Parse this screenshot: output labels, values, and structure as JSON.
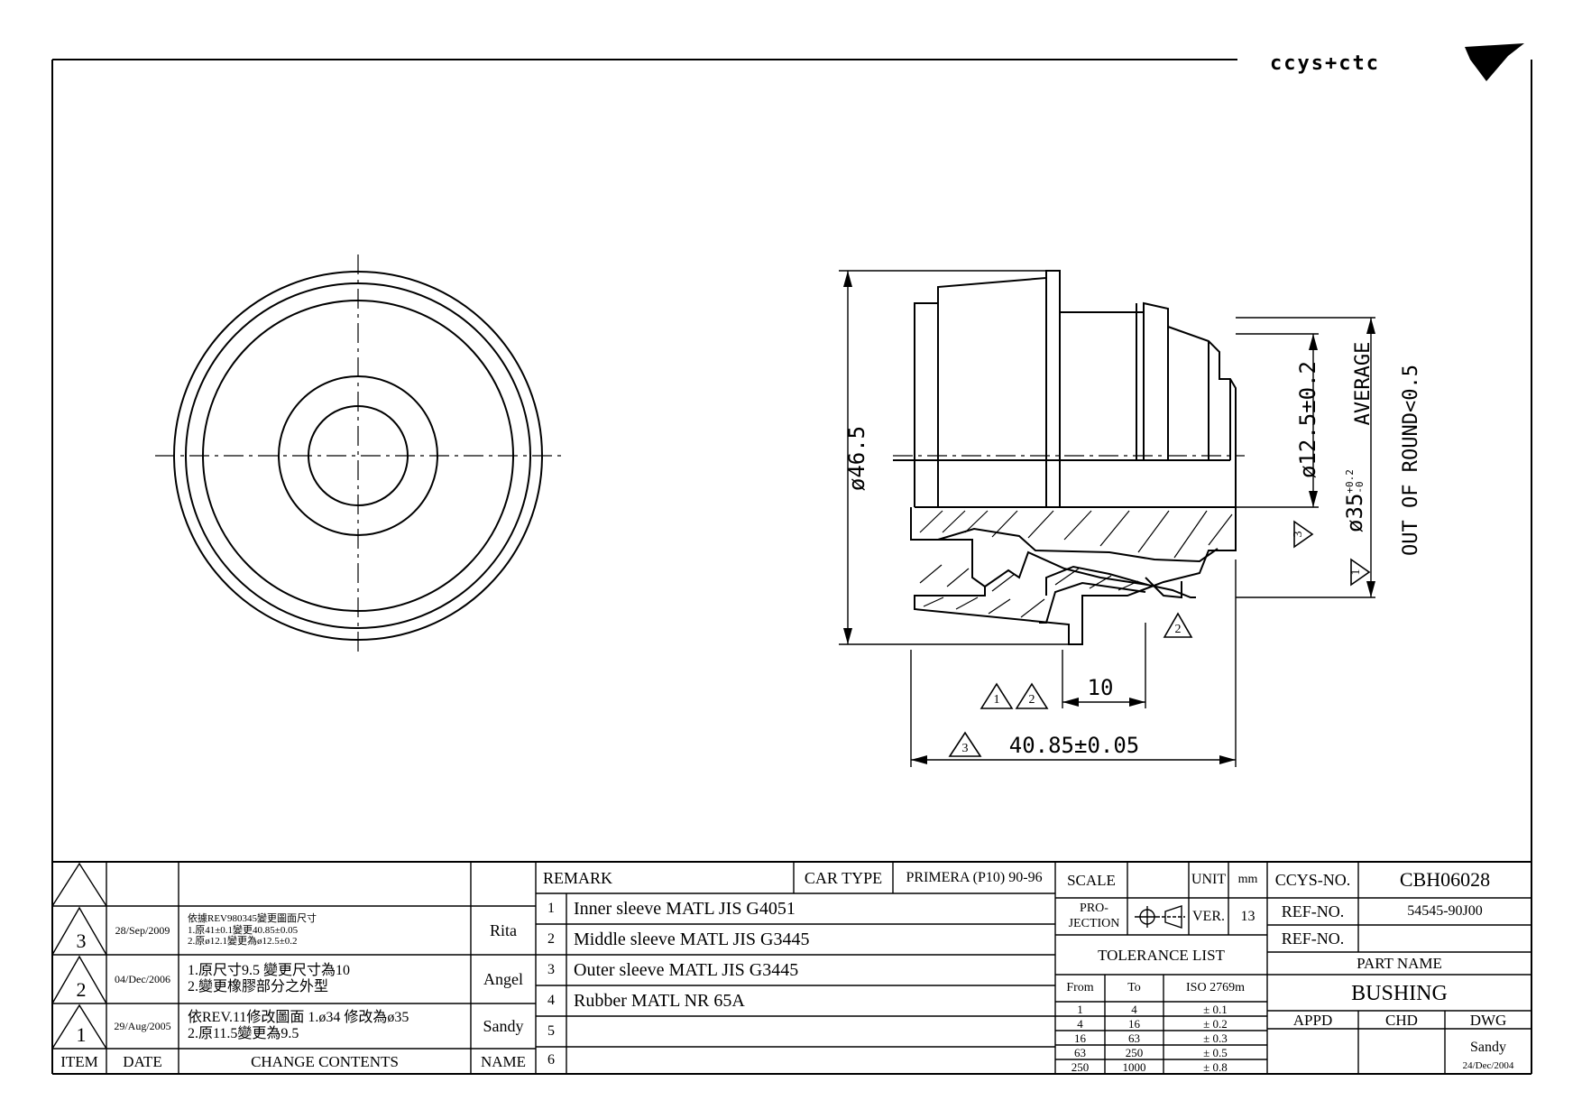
{
  "logo": {
    "text": "ccys+ctc"
  },
  "dims": {
    "dia_outer": "ø46.5",
    "dia_inner": "ø12.5±0.2",
    "dia_mid": "ø35",
    "dia_mid_tol_up": "+0.2",
    "dia_mid_tol_dn": "-0",
    "average": "AVERAGE",
    "out_of_round": "OUT OF ROUND<0.5",
    "len_10": "10",
    "len_total": "40.85±0.05",
    "rev_mark_1": "1",
    "rev_mark_2": "2",
    "rev_mark_3": "3"
  },
  "revisions": [
    {
      "mark": "3",
      "date": "28/Sep/2009",
      "lines": [
        "依據REV980345變更圖面尺寸",
        "1.原41±0.1變更40.85±0.05",
        "2.原ø12.1變更為ø12.5±0.2"
      ],
      "name": "Rita"
    },
    {
      "mark": "2",
      "date": "04/Dec/2006",
      "lines": [
        "1.原尺寸9.5 變更尺寸為10",
        "2.變更橡膠部分之外型"
      ],
      "name": "Angel"
    },
    {
      "mark": "1",
      "date": "29/Aug/2005",
      "lines": [
        "依REV.11修改圖面 1.ø34 修改為ø35",
        "2.原11.5變更為9.5"
      ],
      "name": "Sandy"
    }
  ],
  "rev_headers": {
    "item": "ITEM",
    "date": "DATE",
    "contents": "CHANGE CONTENTS",
    "name": "NAME"
  },
  "remark": {
    "header": "REMARK",
    "car_type_label": "CAR TYPE",
    "car_type_value": "PRIMERA (P10) 90-96",
    "rows": [
      {
        "no": "1",
        "text": "Inner sleeve MATL JIS G4051"
      },
      {
        "no": "2",
        "text": "Middle sleeve MATL JIS G3445"
      },
      {
        "no": "3",
        "text": "Outer sleeve MATL JIS G3445"
      },
      {
        "no": "4",
        "text": "Rubber MATL NR 65A"
      },
      {
        "no": "5",
        "text": ""
      },
      {
        "no": "6",
        "text": ""
      }
    ]
  },
  "meta": {
    "scale_label": "SCALE",
    "scale_value": "",
    "unit_label": "UNIT",
    "unit_value": "mm",
    "projection_label_1": "PRO-",
    "projection_label_2": "JECTION",
    "ver_label": "VER.",
    "ver_value": "13",
    "ccys_label": "CCYS-NO.",
    "ccys_value": "CBH06028",
    "ref1_label": "REF-NO.",
    "ref1_value": "54545-90J00",
    "ref2_label": "REF-NO.",
    "ref2_value": "",
    "part_name_label": "PART NAME",
    "part_name_value": "BUSHING",
    "appd": "APPD",
    "chd": "CHD",
    "dwg": "DWG",
    "dwg_name": "Sandy",
    "dwg_date": "24/Dec/2004"
  },
  "tolerance": {
    "title": "TOLERANCE LIST",
    "headers": [
      "From",
      "To",
      "ISO 2769m"
    ],
    "rows": [
      [
        "1",
        "4",
        "± 0.1"
      ],
      [
        "4",
        "16",
        "± 0.2"
      ],
      [
        "16",
        "63",
        "± 0.3"
      ],
      [
        "63",
        "250",
        "± 0.5"
      ],
      [
        "250",
        "1000",
        "± 0.8"
      ]
    ]
  }
}
